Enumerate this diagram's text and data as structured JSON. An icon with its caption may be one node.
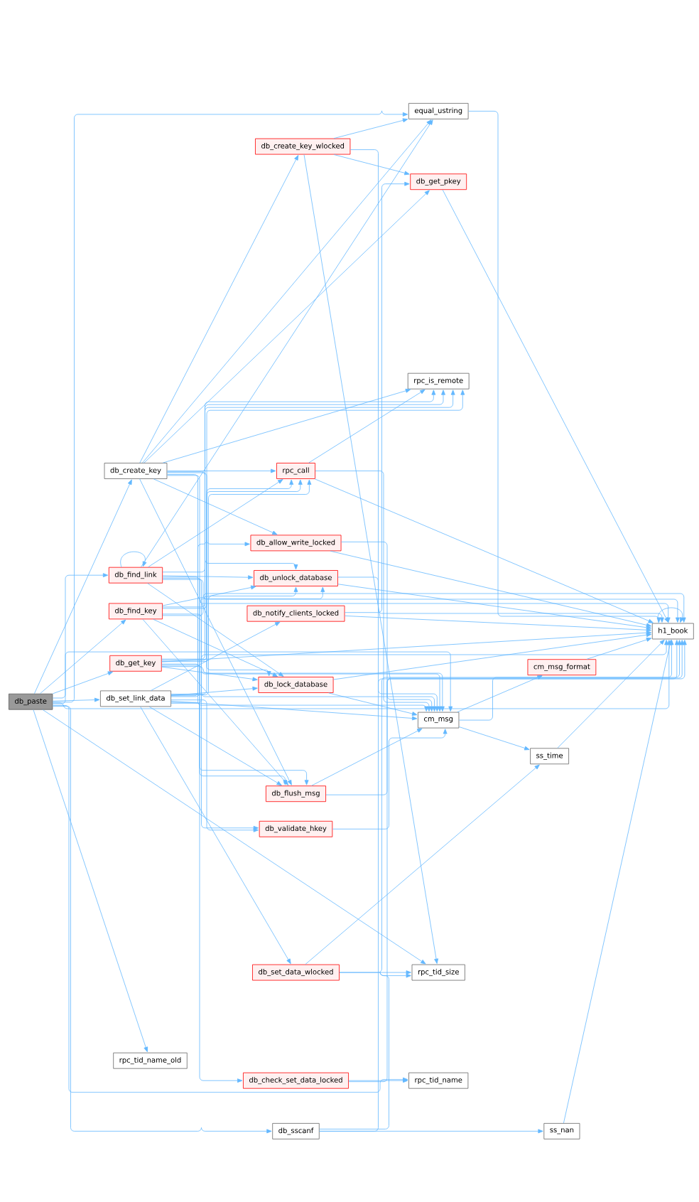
{
  "diagram": {
    "nodes": [
      {
        "text": [
          "db_paste"
        ]
      },
      {
        "text": [
          "db_create_key"
        ]
      },
      {
        "text": [
          "db_find_link"
        ]
      },
      {
        "text": [
          "db_find_key"
        ]
      },
      {
        "text": [
          "db_get_key"
        ]
      },
      {
        "text": [
          "db_set_link_data"
        ]
      },
      {
        "text": [
          "rpc_tid_name_old"
        ]
      },
      {
        "text": [
          "equal_ustring"
        ]
      },
      {
        "text": [
          "db_create_key_wlocked"
        ]
      },
      {
        "text": [
          "db_get_pkey"
        ]
      },
      {
        "text": [
          "rpc_is_remote"
        ]
      },
      {
        "text": [
          "rpc_call"
        ]
      },
      {
        "text": [
          "db_allow_write_locked"
        ]
      },
      {
        "text": [
          "db_unlock_database"
        ]
      },
      {
        "text": [
          "db_notify_clients_locked"
        ]
      },
      {
        "text": [
          "db_lock_database"
        ]
      },
      {
        "text": [
          "cm_msg"
        ]
      },
      {
        "text": [
          "db_flush_msg"
        ]
      },
      {
        "text": [
          "db_validate_hkey"
        ]
      },
      {
        "text": [
          "db_set_data_wlocked"
        ]
      },
      {
        "text": [
          "db_check_set_data_locked"
        ]
      },
      {
        "text": [
          "db_sscanf"
        ]
      },
      {
        "text": [
          "h1_book"
        ]
      },
      {
        "text": [
          "cm_msg_format"
        ]
      },
      {
        "text": [
          "ss_time"
        ]
      },
      {
        "text": [
          "rpc_tid_size"
        ]
      },
      {
        "text": [
          "rpc_tid_name"
        ]
      },
      {
        "text": [
          "ss_nan"
        ]
      }
    ],
    "edges": [
      {
        "from": 0,
        "to": 1,
        "arrow": "to"
      },
      {
        "from": 0,
        "to": 2,
        "arrow": "to"
      },
      {
        "from": 0,
        "to": 3,
        "arrow": "to"
      },
      {
        "from": 0,
        "to": 4,
        "arrow": "to"
      },
      {
        "from": 0,
        "to": 5,
        "arrow": "to"
      },
      {
        "from": 0,
        "to": 6,
        "arrow": "to"
      },
      {
        "from": 0,
        "to": 7,
        "arrow": "to"
      },
      {
        "from": 0,
        "to": 22,
        "arrow": "to"
      },
      {
        "from": 0,
        "to": 16,
        "arrow": "to"
      },
      {
        "from": 0,
        "to": 25,
        "arrow": "to"
      },
      {
        "from": 0,
        "to": 26,
        "arrow": "to"
      },
      {
        "from": 0,
        "to": 21,
        "arrow": "to"
      },
      {
        "from": 1,
        "to": 7,
        "arrow": "to"
      },
      {
        "from": 1,
        "to": 8,
        "arrow": "to"
      },
      {
        "from": 1,
        "to": 9,
        "arrow": "to"
      },
      {
        "from": 1,
        "to": 10,
        "arrow": "to"
      },
      {
        "from": 1,
        "to": 11,
        "arrow": "to"
      },
      {
        "from": 1,
        "to": 12,
        "arrow": "to"
      },
      {
        "from": 1,
        "to": 13,
        "arrow": "to"
      },
      {
        "from": 1,
        "to": 15,
        "arrow": "to"
      },
      {
        "from": 1,
        "to": 17,
        "arrow": "to"
      },
      {
        "from": 1,
        "to": 16,
        "arrow": "to"
      },
      {
        "from": 1,
        "to": 22,
        "arrow": "to"
      },
      {
        "from": 2,
        "to": 2,
        "arrow": "to"
      },
      {
        "from": 2,
        "to": 7,
        "arrow": "to"
      },
      {
        "from": 2,
        "to": 10,
        "arrow": "to"
      },
      {
        "from": 2,
        "to": 11,
        "arrow": "to"
      },
      {
        "from": 2,
        "to": 13,
        "arrow": "to"
      },
      {
        "from": 2,
        "to": 15,
        "arrow": "to"
      },
      {
        "from": 2,
        "to": 17,
        "arrow": "to"
      },
      {
        "from": 2,
        "to": 16,
        "arrow": "to"
      },
      {
        "from": 2,
        "to": 22,
        "arrow": "to"
      },
      {
        "from": 3,
        "to": 10,
        "arrow": "to"
      },
      {
        "from": 3,
        "to": 11,
        "arrow": "to"
      },
      {
        "from": 3,
        "to": 13,
        "arrow": "to"
      },
      {
        "from": 3,
        "to": 15,
        "arrow": "to"
      },
      {
        "from": 3,
        "to": 17,
        "arrow": "to"
      },
      {
        "from": 3,
        "to": 16,
        "arrow": "to"
      },
      {
        "from": 3,
        "to": 22,
        "arrow": "to"
      },
      {
        "from": 4,
        "to": 10,
        "arrow": "to"
      },
      {
        "from": 4,
        "to": 11,
        "arrow": "to"
      },
      {
        "from": 4,
        "to": 13,
        "arrow": "to"
      },
      {
        "from": 4,
        "to": 15,
        "arrow": "to"
      },
      {
        "from": 4,
        "to": 17,
        "arrow": "to"
      },
      {
        "from": 4,
        "to": 18,
        "arrow": "to"
      },
      {
        "from": 4,
        "to": 16,
        "arrow": "to"
      },
      {
        "from": 4,
        "to": 22,
        "arrow": "to"
      },
      {
        "from": 5,
        "to": 10,
        "arrow": "to"
      },
      {
        "from": 5,
        "to": 11,
        "arrow": "to"
      },
      {
        "from": 5,
        "to": 12,
        "arrow": "to"
      },
      {
        "from": 5,
        "to": 13,
        "arrow": "to"
      },
      {
        "from": 5,
        "to": 14,
        "arrow": "to"
      },
      {
        "from": 5,
        "to": 15,
        "arrow": "to"
      },
      {
        "from": 5,
        "to": 17,
        "arrow": "to"
      },
      {
        "from": 5,
        "to": 18,
        "arrow": "to"
      },
      {
        "from": 5,
        "to": 16,
        "arrow": "to"
      },
      {
        "from": 5,
        "to": 19,
        "arrow": "to"
      },
      {
        "from": 5,
        "to": 20,
        "arrow": "to"
      },
      {
        "from": 5,
        "to": 22,
        "arrow": "to"
      },
      {
        "from": 7,
        "to": 22,
        "arrow": "to"
      },
      {
        "from": 8,
        "to": 7,
        "arrow": "to"
      },
      {
        "from": 8,
        "to": 9,
        "arrow": "to"
      },
      {
        "from": 8,
        "to": 25,
        "arrow": "to"
      },
      {
        "from": 8,
        "to": 22,
        "arrow": "to"
      },
      {
        "from": 9,
        "to": 22,
        "arrow": "to"
      },
      {
        "from": 11,
        "to": 10,
        "arrow": "to"
      },
      {
        "from": 11,
        "to": 16,
        "arrow": "to"
      },
      {
        "from": 11,
        "to": 22,
        "arrow": "to"
      },
      {
        "from": 12,
        "to": 16,
        "arrow": "to"
      },
      {
        "from": 12,
        "to": 22,
        "arrow": "to"
      },
      {
        "from": 13,
        "to": 16,
        "arrow": "to"
      },
      {
        "from": 13,
        "to": 22,
        "arrow": "to"
      },
      {
        "from": 14,
        "to": 9,
        "arrow": "to"
      },
      {
        "from": 14,
        "to": 22,
        "arrow": "to"
      },
      {
        "from": 15,
        "to": 16,
        "arrow": "to"
      },
      {
        "from": 15,
        "to": 22,
        "arrow": "to"
      },
      {
        "from": 16,
        "to": 23,
        "arrow": "to"
      },
      {
        "from": 16,
        "to": 22,
        "arrow": "to"
      },
      {
        "from": 16,
        "to": 24,
        "arrow": "to"
      },
      {
        "from": 23,
        "to": 22,
        "arrow": "to"
      },
      {
        "from": 24,
        "to": 22,
        "arrow": "to"
      },
      {
        "from": 17,
        "to": 16,
        "arrow": "to"
      },
      {
        "from": 17,
        "to": 22,
        "arrow": "to"
      },
      {
        "from": 18,
        "to": 16,
        "arrow": "to"
      },
      {
        "from": 22,
        "to": 22,
        "arrow": "to"
      },
      {
        "from": 19,
        "to": 24,
        "arrow": "to"
      },
      {
        "from": 19,
        "to": 22,
        "arrow": "to"
      },
      {
        "from": 19,
        "to": 25,
        "arrow": "to"
      },
      {
        "from": 20,
        "to": 26,
        "arrow": "to"
      },
      {
        "from": 20,
        "to": 22,
        "arrow": "to"
      },
      {
        "from": 21,
        "to": 25,
        "arrow": "to"
      },
      {
        "from": 21,
        "to": 22,
        "arrow": "to"
      },
      {
        "from": 21,
        "to": 27,
        "arrow": "to"
      },
      {
        "from": 27,
        "to": 22,
        "arrow": "to"
      }
    ]
  }
}
